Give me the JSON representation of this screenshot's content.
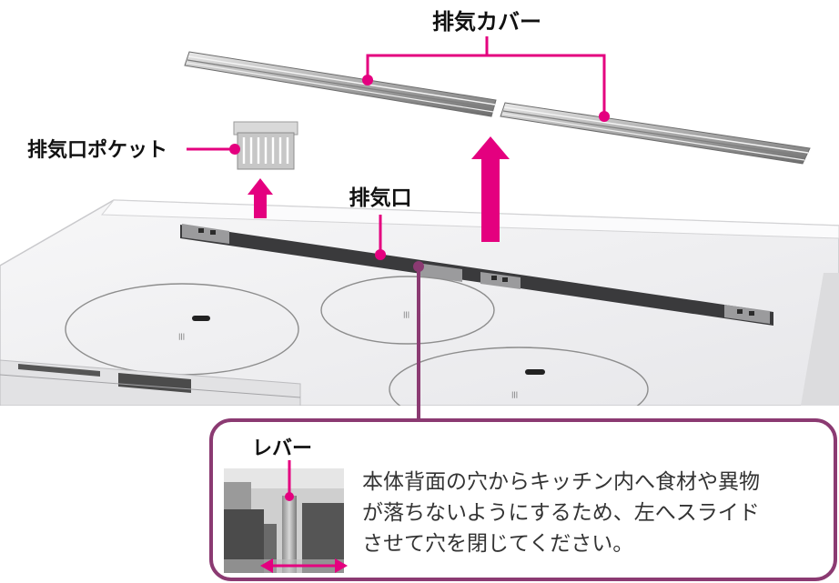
{
  "labels": {
    "exhaust_cover": "排気カバー",
    "pocket": "排気口ポケット",
    "exhaust": "排気口",
    "lever": "レバー"
  },
  "note": {
    "lines": [
      "本体背面の穴からキッチン内へ食材や異物",
      "が落ちないようにするため、左へスライド",
      "させて穴を閉じてください。"
    ]
  },
  "colors": {
    "accent": "#e4007f",
    "frame": "#8b3a72"
  }
}
